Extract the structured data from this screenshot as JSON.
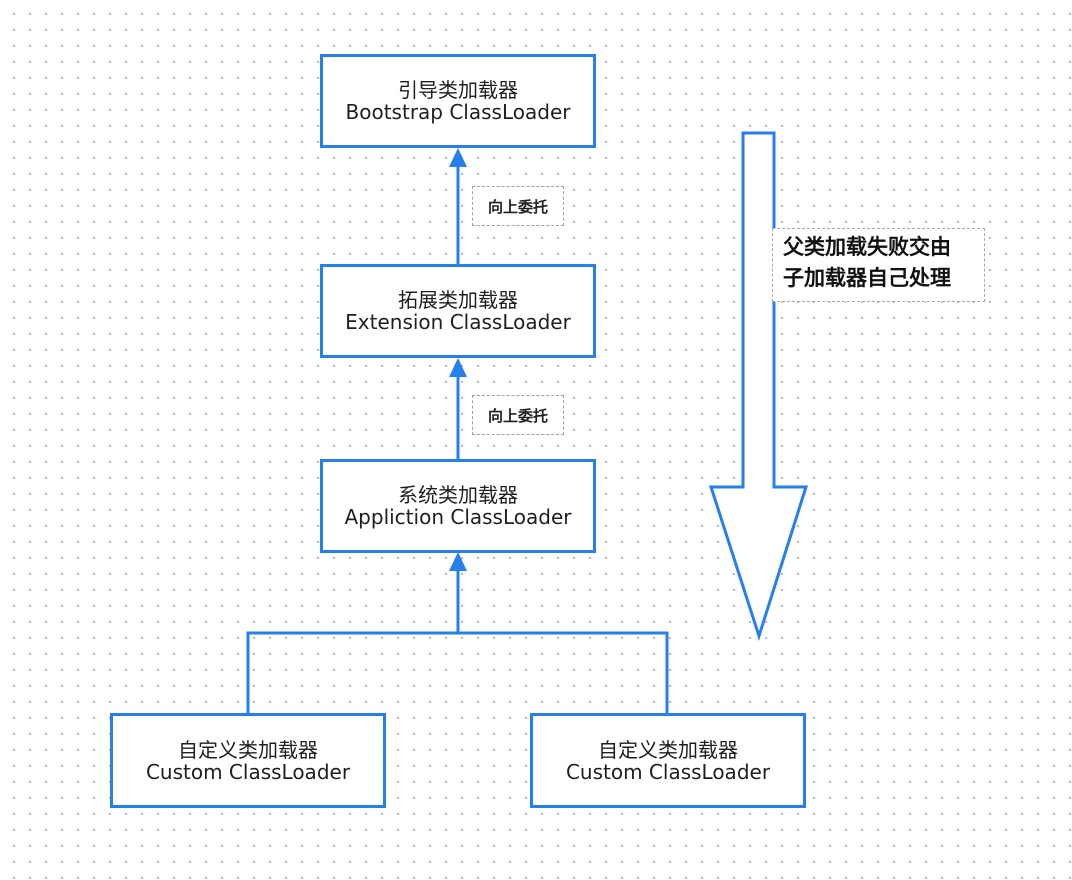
{
  "colors": {
    "accent": "#2680eb",
    "text": "#1f1f1f",
    "dot_grid": "#b5b5b5"
  },
  "nodes": {
    "bootstrap": {
      "cn": "引导类加载器",
      "en": "Bootstrap ClassLoader"
    },
    "extension": {
      "cn": "拓展类加载器",
      "en": "Extension ClassLoader"
    },
    "application": {
      "cn": "系统类加载器",
      "en": "Appliction ClassLoader"
    },
    "custom_left": {
      "cn": "自定义类加载器",
      "en": "Custom ClassLoader"
    },
    "custom_right": {
      "cn": "自定义类加载器",
      "en": "Custom ClassLoader"
    }
  },
  "edge_labels": {
    "ext_to_boot": "向上委托",
    "app_to_ext": "向上委托"
  },
  "side_note": {
    "line1": "父类加载失败交由",
    "line2": "子加载器自己处理"
  }
}
